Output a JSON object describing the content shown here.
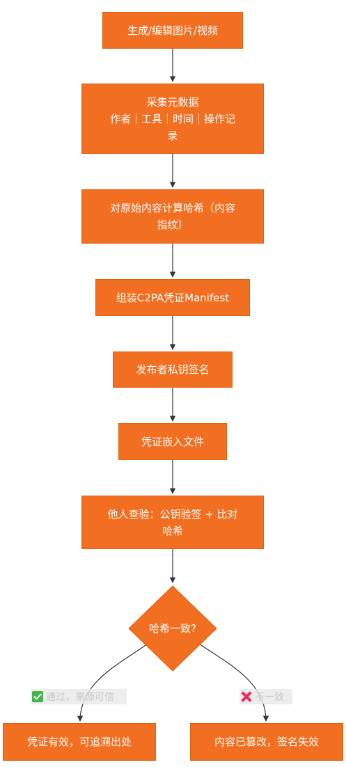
{
  "colors": {
    "node_fill": "#f26f21",
    "node_stroke": "#e0620f",
    "text": "#ffffff",
    "edge": "#333333"
  },
  "nodes": {
    "n1": "生成/编辑图片/视频",
    "n2": "采集元数据\n作者｜工具｜时间｜操作记\n录",
    "n3": "对原始内容计算哈希（内容\n指纹）",
    "n4": "组装C2PA凭证Manifest",
    "n5": "发布者私钥签名",
    "n6": "凭证嵌入文件",
    "n7": "他人查验：公钥验签 + 比对\n哈希",
    "decision": "哈希一致?",
    "yes_result": "凭证有效，可追溯出处",
    "no_result": "内容已篡改，签名失效"
  },
  "edges": {
    "yes_label": "通过，来源可信",
    "no_label": "不一致",
    "yes_icon": "check-icon",
    "no_icon": "cross-icon"
  }
}
